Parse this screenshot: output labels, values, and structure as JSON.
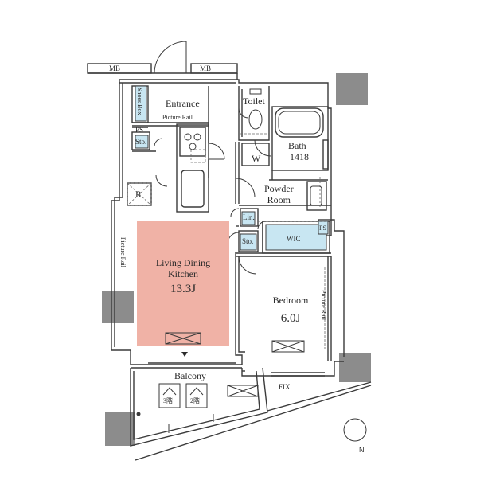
{
  "colors": {
    "ldk_fill": "#f0b2a6",
    "storage_fill": "#c8e6f2",
    "wall_fill": "#8c8c8c",
    "line": "#3a3a3a"
  },
  "labels": {
    "mb_left": "MB",
    "mb_right": "MB",
    "entrance": "Entrance",
    "shoes_box": "Shoes Box",
    "picture_rail_entrance": "Picture Rail",
    "ps_left": "PS",
    "sto_left": "Sto.",
    "toilet": "Toilet",
    "w": "W",
    "bath": "Bath",
    "bath_size": "1418",
    "powder_room": "Powder\nRoom",
    "lin": "Lin.",
    "sto_middle": "Sto.",
    "wic": "WIC",
    "ps_right": "PS",
    "r": "R",
    "picture_rail_ldk": "Picture Rail",
    "ldk_name": "Living Dining\nKitchen",
    "ldk_size": "13.3J",
    "bedroom": "Bedroom",
    "bedroom_size": "6.0J",
    "picture_rail_bedroom": "Picture Rail",
    "balcony": "Balcony",
    "floor3": "3階",
    "floor2": "2階",
    "fix": "FIX",
    "north": "N"
  },
  "icons": [
    "compass-icon",
    "stove-icon",
    "bathtub-icon",
    "toilet-icon",
    "sink-icon",
    "evacuation-hatch-icon",
    "aircon-icon"
  ]
}
